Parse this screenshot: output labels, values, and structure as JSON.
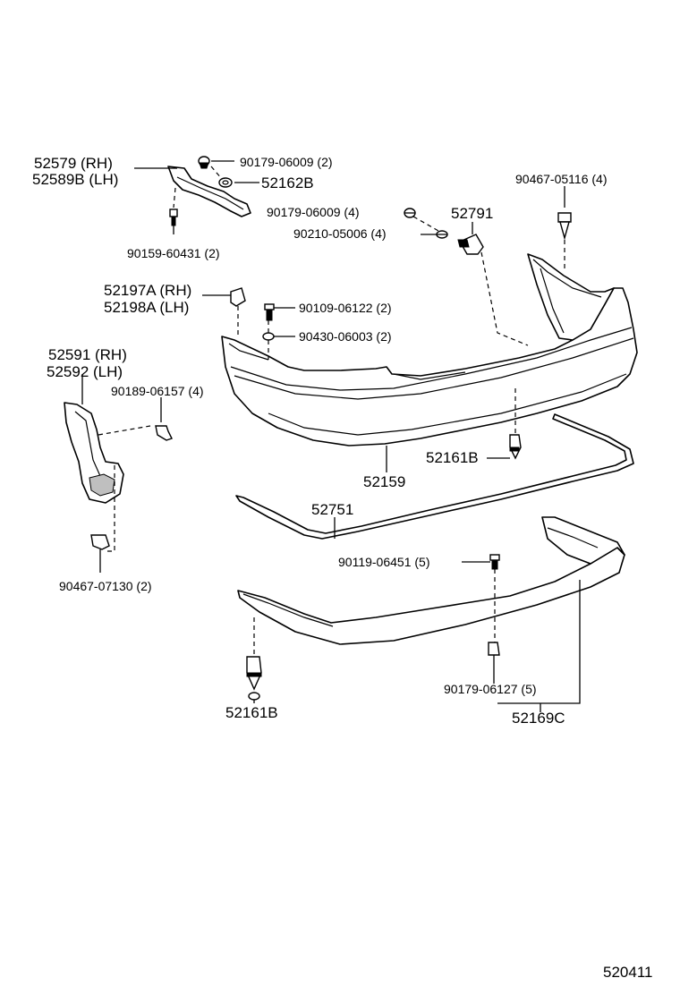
{
  "labels": {
    "l52579": "52579  (RH)",
    "l52589b": "52589B (LH)",
    "l90179_06009a": "90179-06009 (2)",
    "l52162b": "52162B",
    "l90159": "90159-60431 (2)",
    "l90467_05116": "90467-05116 (4)",
    "l90179_06009b": "90179-06009 (4)",
    "l52791": "52791",
    "l90210": "90210-05006 (4)",
    "l52197a": "52197A (RH)",
    "l52198a": "52198A (LH)",
    "l90109": "90109-06122 (2)",
    "l90430": "90430-06003 (2)",
    "l52591": "52591 (RH)",
    "l52592": "52592 (LH)",
    "l90189": "90189-06157 (4)",
    "l52161b_a": "52161B",
    "l52159": "52159",
    "l52751": "52751",
    "l90119": "90119-06451 (5)",
    "l90467_07130": "90467-07130 (2)",
    "l52161b_b": "52161B",
    "l90179_06127": "90179-06127 (5)",
    "l52169c": "52169C",
    "fig_number": "520411"
  }
}
